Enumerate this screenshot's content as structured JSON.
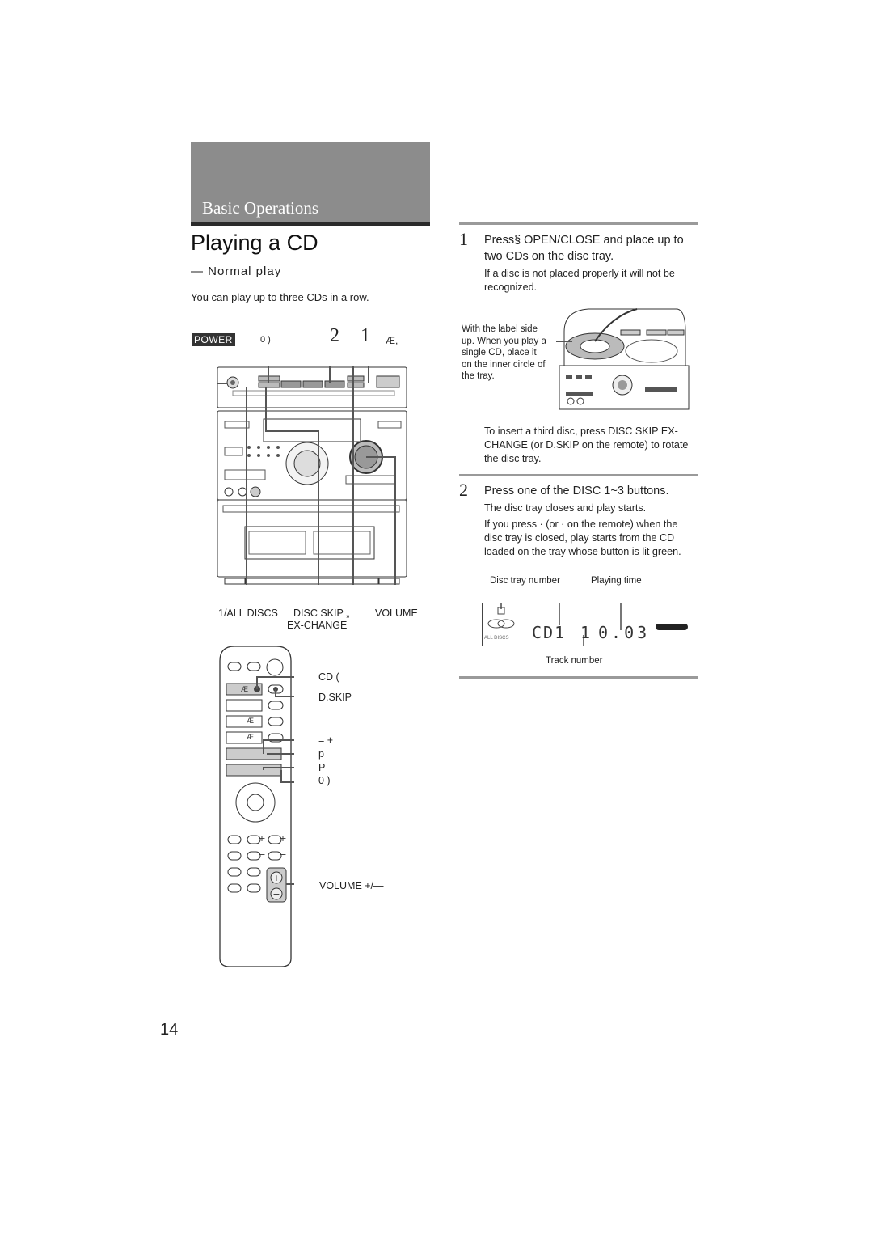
{
  "section": {
    "title": "Basic Operations"
  },
  "page": {
    "title": "Playing a CD",
    "subheading": "— Normal play",
    "intro": "You can play up to three CDs in a row.",
    "number": "14"
  },
  "unit_labels": {
    "power": "POWER",
    "top_a": "0 )",
    "top_b": "2",
    "top_c": "1",
    "top_d": "Æ,",
    "all_discs": "1/ALL DISCS",
    "disc_skip": "DISC SKIP „",
    "ex_change": "EX-CHANGE",
    "volume": "VOLUME"
  },
  "remote_labels": {
    "cd": "CD (",
    "dskip": "D.SKIP",
    "eq_plus": "= +",
    "p_lower": "p",
    "p_upper": "P",
    "zero": "0 )",
    "volume": "VOLUME +/—",
    "btn_ae": "Æ",
    "btn_ae2": "Æ",
    "btn_ae3": "Æ"
  },
  "steps": [
    {
      "number": "1",
      "heading": "Press§ OPEN/CLOSE and place up to two CDs on the disc tray.",
      "note": "If a disc is not placed properly it will not be recognized.",
      "caption": "With the label side up.  When you play a single CD, place it on the inner circle of the tray.",
      "extra": "To insert a third disc, press DISC SKIP EX-CHANGE (or D.SKIP on the remote) to rotate the disc tray."
    },
    {
      "number": "2",
      "heading": "Press one of the DISC 1~3 buttons.",
      "note": "The disc tray closes and play starts.",
      "extra": "If you press ·   (or · on the remote) when the disc tray is closed, play starts from the CD loaded on the tray whose button is lit green."
    }
  ],
  "display": {
    "label_disc_tray": "Disc tray number",
    "label_playing_time": "Playing time",
    "label_track": "Track number",
    "readout_disc": "CD1",
    "readout_track": "1",
    "readout_time": "0.03",
    "all_discs": "ALL DISCS"
  }
}
